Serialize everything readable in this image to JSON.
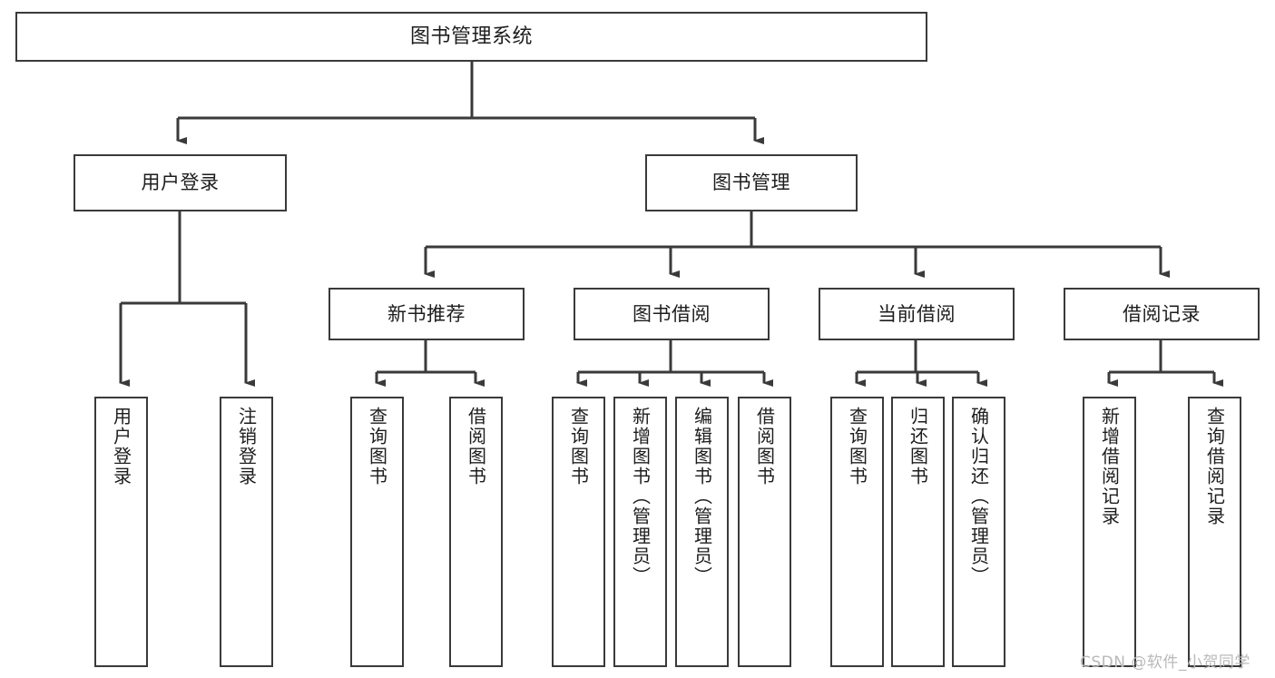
{
  "diagram": {
    "type": "tree",
    "title": "图书管理系统",
    "root": {
      "id": "root",
      "label": "图书管理系统"
    },
    "level2": [
      {
        "id": "user-login",
        "label": "用户登录"
      },
      {
        "id": "book-manage",
        "label": "图书管理"
      }
    ],
    "level3": [
      {
        "id": "new-book-rec",
        "label": "新书推荐"
      },
      {
        "id": "book-borrow",
        "label": "图书借阅"
      },
      {
        "id": "current-borrow",
        "label": "当前借阅"
      },
      {
        "id": "borrow-record",
        "label": "借阅记录"
      }
    ],
    "leaves": {
      "user_login": [
        {
          "id": "leaf-user-login",
          "label": "用户登录"
        },
        {
          "id": "leaf-logout",
          "label": "注销登录"
        }
      ],
      "new_book_rec": [
        {
          "id": "leaf-query-book-1",
          "label": "查询图书"
        },
        {
          "id": "leaf-borrow-book-1",
          "label": "借阅图书"
        }
      ],
      "book_borrow": [
        {
          "id": "leaf-query-book-2",
          "label": "查询图书"
        },
        {
          "id": "leaf-add-book",
          "label": "新增图书（管理员）"
        },
        {
          "id": "leaf-edit-book",
          "label": "编辑图书（管理员）"
        },
        {
          "id": "leaf-borrow-book-2",
          "label": "借阅图书"
        }
      ],
      "current_borrow": [
        {
          "id": "leaf-query-book-3",
          "label": "查询图书"
        },
        {
          "id": "leaf-return-book",
          "label": "归还图书"
        },
        {
          "id": "leaf-confirm-return",
          "label": "确认归还（管理员）"
        }
      ],
      "borrow_record": [
        {
          "id": "leaf-add-record",
          "label": "新增借阅记录"
        },
        {
          "id": "leaf-query-record",
          "label": "查询借阅记录"
        }
      ]
    },
    "colors": {
      "box_border": "#3a3a3a",
      "box_fill": "#ffffff",
      "connector": "#3a3a3a",
      "text": "#1d1d1d",
      "watermark": "#b9b9b9",
      "background": "#ffffff"
    }
  },
  "watermark": {
    "text": "CSDN @软件_小贺同学"
  }
}
